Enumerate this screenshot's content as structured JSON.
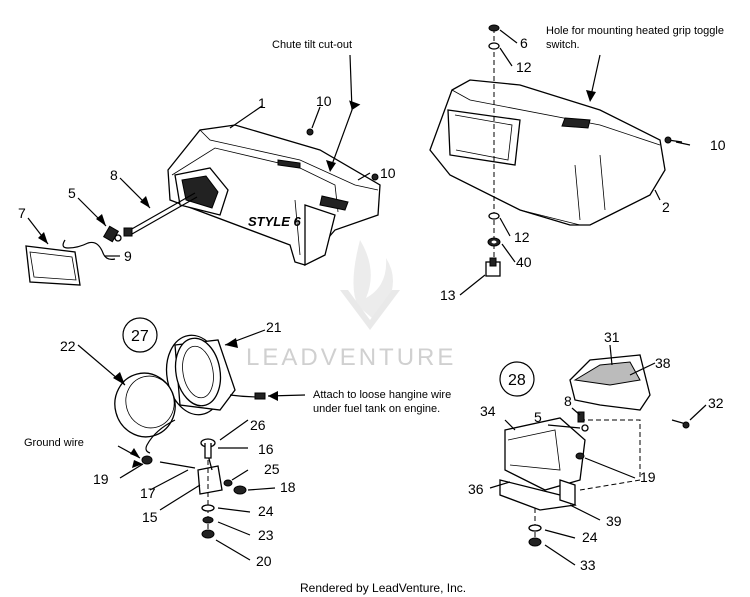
{
  "notes": {
    "chute_tilt": "Chute tilt cut-out",
    "hole_mounting_line1": "Hole for mounting heated grip toggle",
    "hole_mounting_line2": "switch.",
    "attach_line1": "Attach to loose hangine wire",
    "attach_line2": "under fuel tank on engine.",
    "ground_wire": "Ground wire",
    "style_label": "STYLE 6"
  },
  "assemblies": {
    "a27": "27",
    "a28": "28"
  },
  "callouts": {
    "c1": "1",
    "c10a": "10",
    "c10b": "10",
    "c8a": "8",
    "c5a": "5",
    "c7": "7",
    "c9": "9",
    "c6": "6",
    "c12a": "12",
    "c10c": "10",
    "c2": "2",
    "c12b": "12",
    "c40": "40",
    "c13": "13",
    "c21": "21",
    "c22": "22",
    "c26": "26",
    "c16": "16",
    "c19a": "19",
    "c17": "17",
    "c25": "25",
    "c18": "18",
    "c15": "15",
    "c24a": "24",
    "c23": "23",
    "c20": "20",
    "c31": "31",
    "c38": "38",
    "c32": "32",
    "c8b": "8",
    "c5b": "5",
    "c34": "34",
    "c19b": "19",
    "c36": "36",
    "c39": "39",
    "c24b": "24",
    "c33": "33"
  },
  "watermark": "LEADVENTURE",
  "footer": "Rendered by LeadVenture, Inc."
}
